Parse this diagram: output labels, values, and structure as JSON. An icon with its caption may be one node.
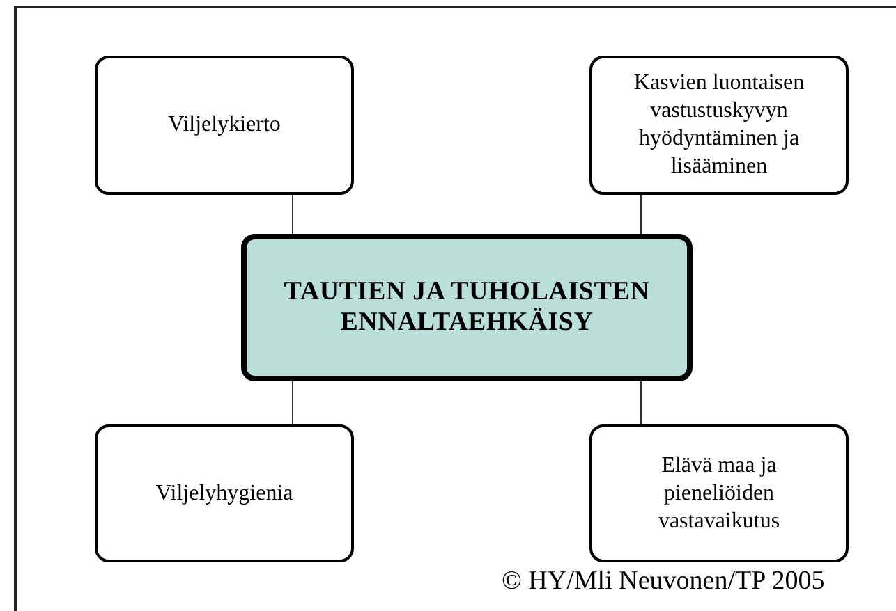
{
  "diagram": {
    "nodes": [
      {
        "text": [
          "Viljelykierto"
        ]
      },
      {
        "text": [
          "Kasvien luontaisen vastustuskyvyn hyödyntäminen ja lisääminen"
        ]
      },
      {
        "text": [
          "TAUTIEN JA TUHOLAISTEN ENNALTAEHKÄISY"
        ]
      },
      {
        "text": [
          "Viljelyhygienia"
        ]
      },
      {
        "text": [
          "Elävä maa ja pieneliöiden vastavaikutus"
        ]
      }
    ],
    "edges": [
      {
        "from": 0,
        "to": 2,
        "arrow": "none"
      },
      {
        "from": 1,
        "to": 2,
        "arrow": "none"
      },
      {
        "from": 2,
        "to": 3,
        "arrow": "none"
      },
      {
        "from": 2,
        "to": 4,
        "arrow": "none"
      }
    ],
    "labels": [
      "© HY/Mli Neuvonen/TP 2005"
    ]
  }
}
